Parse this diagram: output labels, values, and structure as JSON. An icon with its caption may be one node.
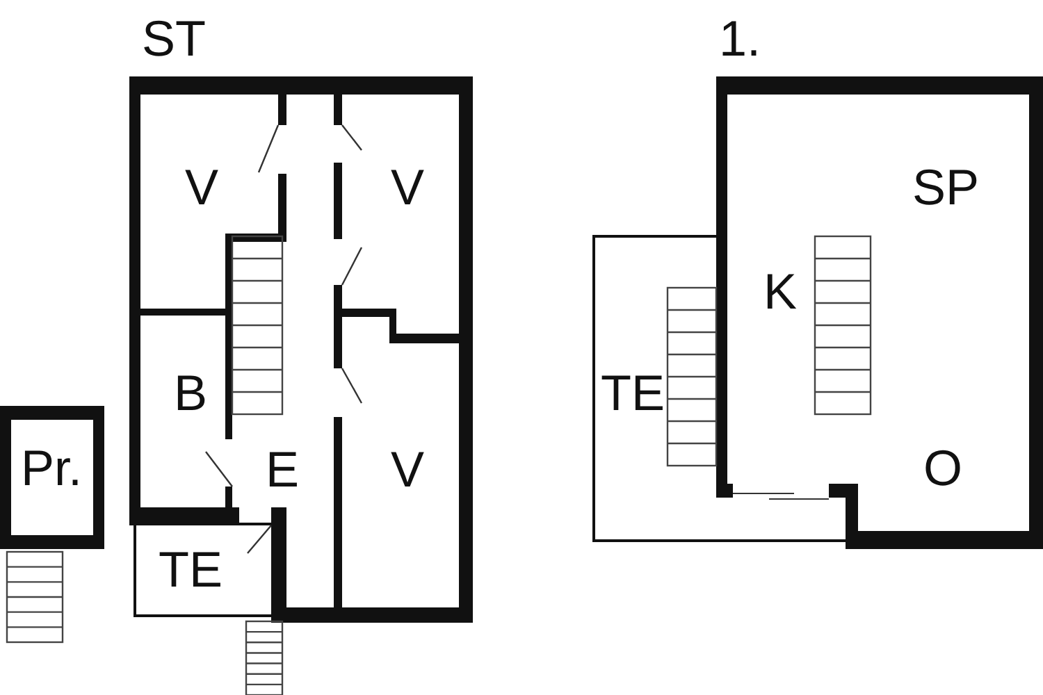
{
  "diagram": {
    "labels": [
      "ST",
      "1.",
      "V",
      "V",
      "SP",
      "K",
      "B",
      "TE",
      "Pr.",
      "E",
      "V",
      "O",
      "TE"
    ]
  }
}
